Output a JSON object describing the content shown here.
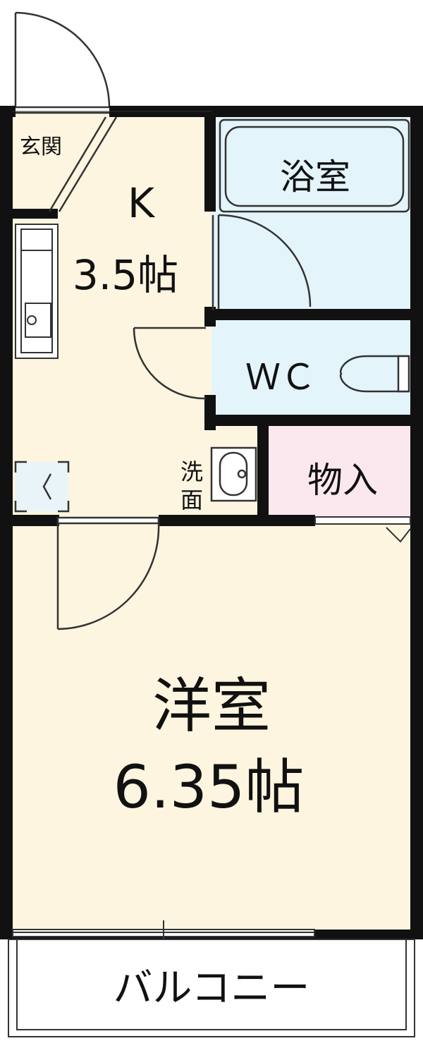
{
  "colors": {
    "wall": "#111111",
    "floor": "#fdf5e0",
    "wet_area": "#e3f4fb",
    "storage": "#fbe8ee",
    "line": "#333333",
    "background": "#ffffff"
  },
  "rooms": {
    "entrance": {
      "label": "玄関"
    },
    "kitchen": {
      "name": "K",
      "size": "3.5帖"
    },
    "bath": {
      "label": "浴室"
    },
    "toilet": {
      "label": "ＷＣ"
    },
    "washroom": {
      "label_top": "洗",
      "label_bottom": "面"
    },
    "storage": {
      "label": "物入"
    },
    "western": {
      "name": "洋室",
      "size": "6.35帖"
    },
    "balcony": {
      "label": "バルコニー"
    }
  }
}
